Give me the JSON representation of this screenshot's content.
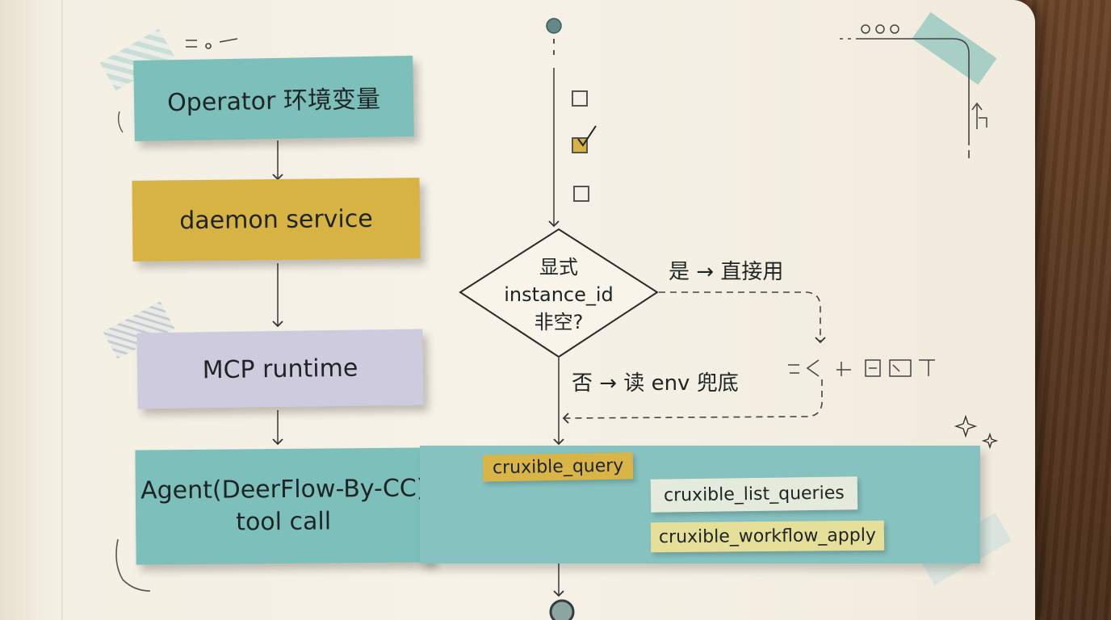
{
  "nodes": {
    "operator": "Operator 环境变量",
    "daemon": "daemon service",
    "mcp": "MCP runtime",
    "agent_line1": "Agent(DeerFlow-By-CC)",
    "agent_line2": "tool call"
  },
  "decision": {
    "line1": "显式",
    "line2": "instance_id",
    "line3": "非空?",
    "yes_label": "是 → 直接用",
    "no_label": "否 → 读 env 兜底"
  },
  "tools": [
    "cruxible_query",
    "cruxible_list_queries",
    "cruxible_workflow_apply"
  ],
  "colors": {
    "teal": "#7cbfbb",
    "mustard": "#d6b343",
    "lavender": "#cfcbdf",
    "ink": "#1e2424"
  },
  "icons": [
    "checkbox-icon",
    "star-icon",
    "sparkle-icon"
  ]
}
